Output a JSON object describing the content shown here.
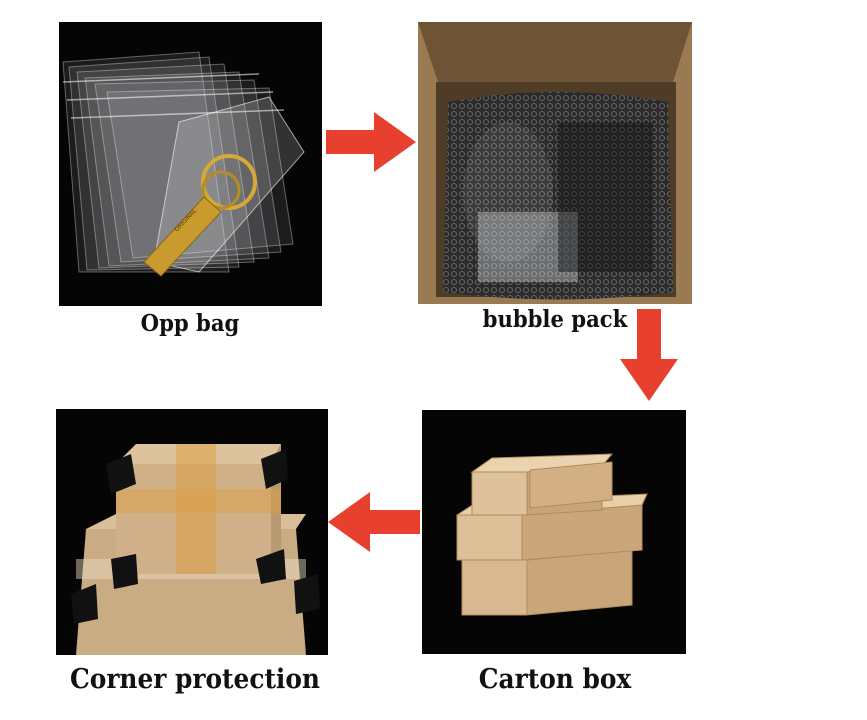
{
  "steps": [
    {
      "label": "Opp bag"
    },
    {
      "label": "bubble pack"
    },
    {
      "label": "Carton box"
    },
    {
      "label": "Corner protection"
    }
  ],
  "colors": {
    "arrow": "#e8402f",
    "panel_bg": "#050505",
    "cardboard": "#d8b98f"
  },
  "product_text": "ORIGINAL"
}
